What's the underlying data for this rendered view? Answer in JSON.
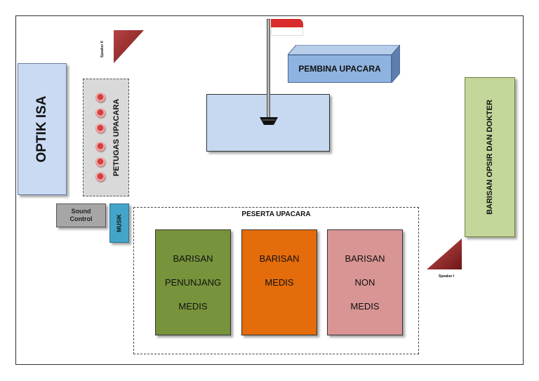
{
  "labels": {
    "optik": "OPTIK ISA",
    "petugas": "PETUGAS UPACARA",
    "sound_control": "Sound Control",
    "musik": "MUSIK",
    "pembina": "PEMBINA UPACARA",
    "opsir": "BARISAN OPSIR DAN DOKTER",
    "peserta": "PESERTA UPACARA",
    "speaker_1": "Speaker I",
    "speaker_2": "Speaker II"
  },
  "barisan": [
    {
      "lines": [
        "BARISAN",
        "PENUNJANG",
        "MEDIS"
      ],
      "color": "#77933c"
    },
    {
      "lines": [
        "BARISAN",
        "MEDIS"
      ],
      "color": "#e46c0a"
    },
    {
      "lines": [
        "BARISAN",
        "NON",
        "MEDIS"
      ],
      "color": "#d99594"
    }
  ],
  "petugas_count": 6,
  "colors": {
    "optik": "#c9daf2",
    "pembina": "#8fb3e0",
    "field": "#c6d9f1",
    "opsir": "#c4d79b",
    "musik": "#43a5c9",
    "sound": "#a6a6a6",
    "speaker": "#9e2f2f",
    "flag_red": "#d82b2b"
  }
}
